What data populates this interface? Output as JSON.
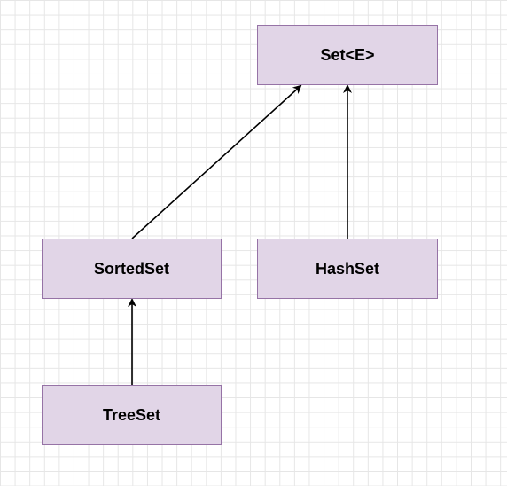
{
  "diagram": {
    "nodes": [
      {
        "id": "set",
        "label": "Set<E>"
      },
      {
        "id": "sortedset",
        "label": "SortedSet"
      },
      {
        "id": "hashset",
        "label": "HashSet"
      },
      {
        "id": "treeset",
        "label": "TreeSet"
      }
    ],
    "edges": [
      {
        "from": "sortedset",
        "to": "set"
      },
      {
        "from": "hashset",
        "to": "set"
      },
      {
        "from": "treeset",
        "to": "sortedset"
      }
    ]
  },
  "colors": {
    "node_fill": "#e1d5e7",
    "node_border": "#9673a6",
    "edge": "#000000",
    "grid": "#e6e6e6"
  }
}
